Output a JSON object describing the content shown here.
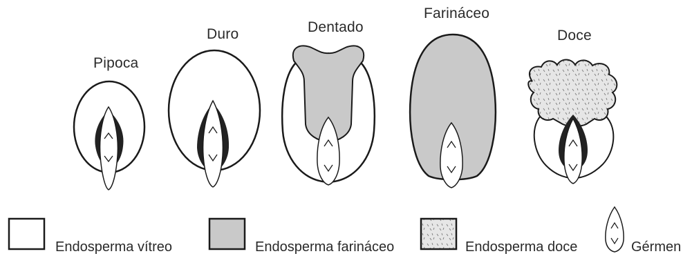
{
  "kernels": [
    {
      "id": "pipoca",
      "label": "Pipoca"
    },
    {
      "id": "duro",
      "label": "Duro"
    },
    {
      "id": "dentado",
      "label": "Dentado"
    },
    {
      "id": "farinaceo",
      "label": "Farináceo"
    },
    {
      "id": "doce",
      "label": "Doce"
    }
  ],
  "legend": [
    {
      "id": "vitreo",
      "label": "Endosperma vítreo"
    },
    {
      "id": "farinaceo",
      "label": "Endosperma farináceo"
    },
    {
      "id": "doce",
      "label": "Endosperma doce"
    },
    {
      "id": "germen",
      "label": "Gérmen"
    }
  ],
  "colors": {
    "outline": "#1a1a1a",
    "vitreous_fill": "#ffffff",
    "floury_fill": "#c9c9c9",
    "sweet_fill": "#e4e4e4",
    "germ_dark": "#222222"
  }
}
